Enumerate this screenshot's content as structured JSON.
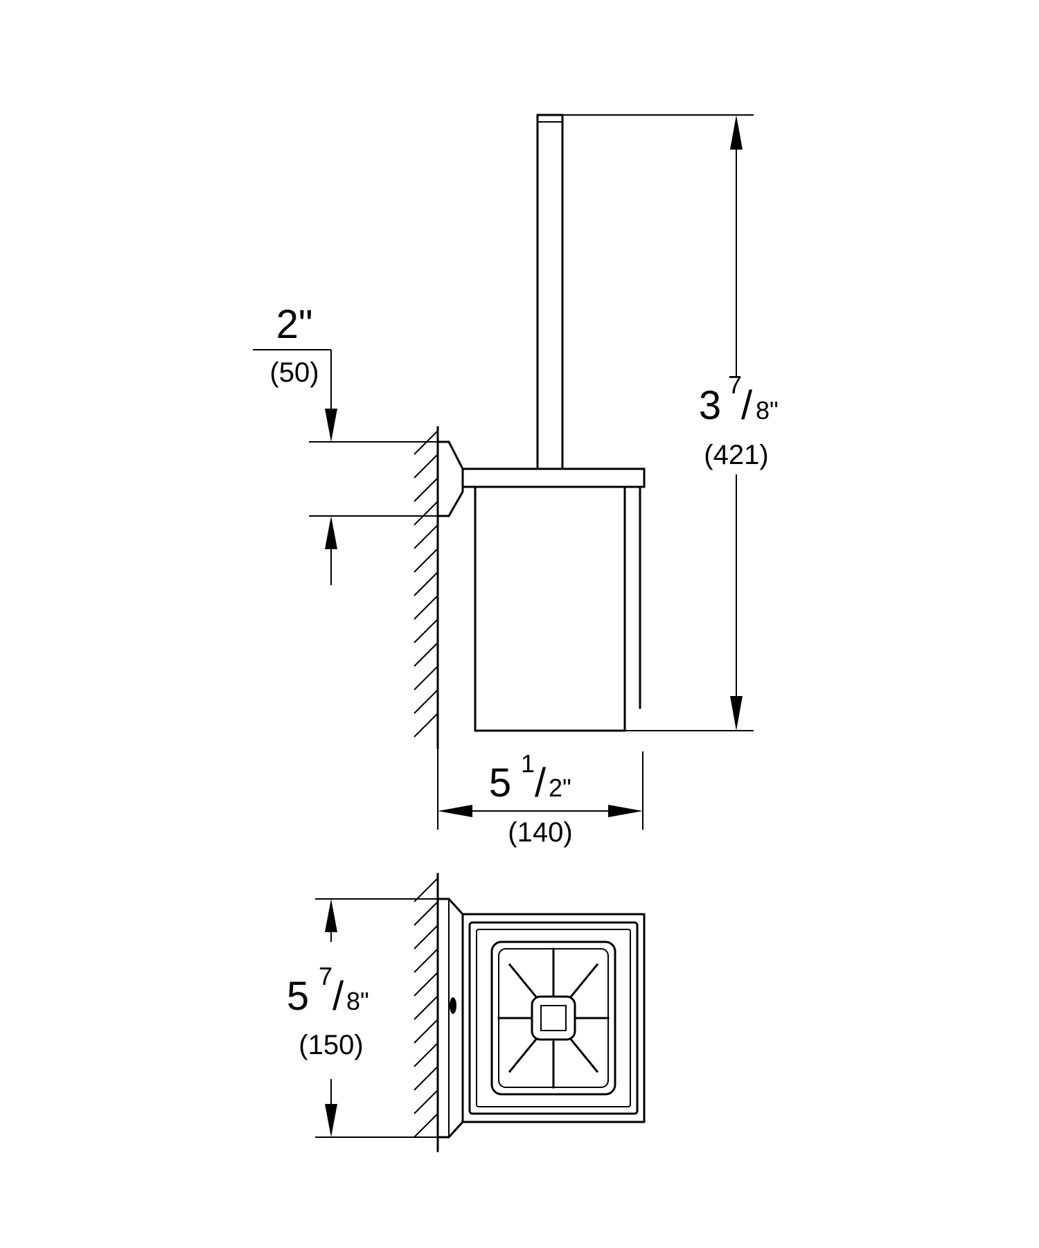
{
  "dimensions": {
    "wall_offset": {
      "whole": "2\"",
      "mm": "(50)"
    },
    "overall_height": {
      "whole": "3",
      "num": "7",
      "den": "8\"",
      "mm": "(421)"
    },
    "projection": {
      "whole": "5",
      "num": "1",
      "den": "2\"",
      "mm": "(140)"
    },
    "base_width": {
      "whole": "5",
      "num": "7",
      "den": "8\"",
      "mm": "(150)"
    }
  }
}
